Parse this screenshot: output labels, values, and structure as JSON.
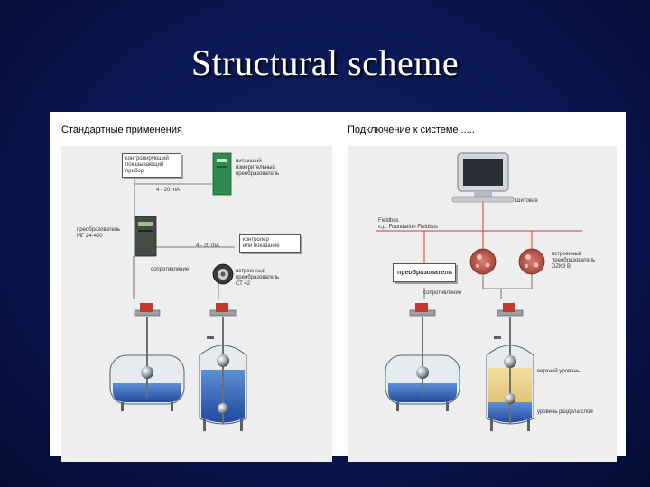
{
  "slide": {
    "title": "Structural scheme"
  },
  "left_panel": {
    "heading": "Стандартные применения",
    "controller_box": "контролирующий\nпоказывающий\nприбор",
    "power_converter": "питающий\nизмерительный\nпреобразователь",
    "current_a": "4 - 20 mA",
    "transmitter": "преобразователь\nМГ 24-420",
    "current_b": "4 - 20 mA",
    "controller_display_box": "контролер\nили показание",
    "resistance": "сопротивление",
    "built_in_converter": "встроенный\nпреобразователь\nСТ 42"
  },
  "right_panel": {
    "heading": "Подключение к системе .....",
    "fieldbus": "Fieldbus\nс.д. Foundation Fieldbus",
    "plc": "Шитовая",
    "converter_box": "преобразователь",
    "resistance": "сопротивление",
    "built_in_converter": "встроенный\nпреобразователь\nDZK3 B",
    "upper_level": "верхний уровень",
    "interface_level": "уровень раздела слоя"
  }
}
